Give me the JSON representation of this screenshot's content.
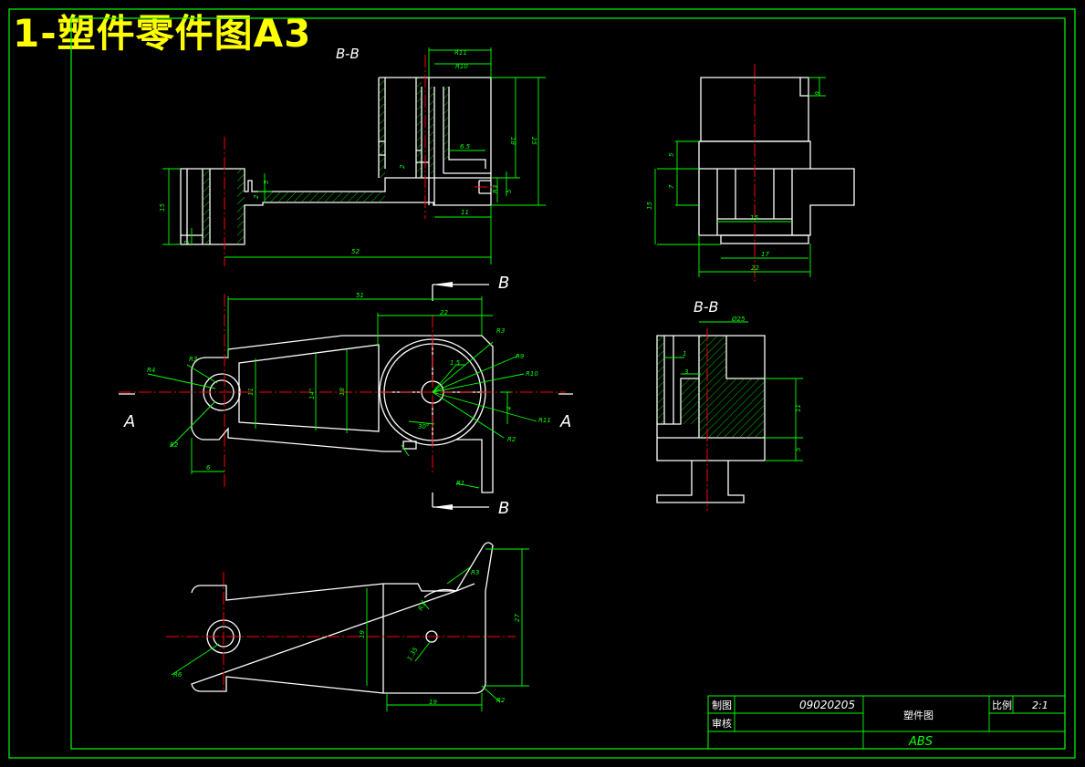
{
  "sheet_title": "1-塑件零件图A3",
  "section_labels": {
    "bb_top": "B-B",
    "bb_side": "B-B",
    "b_upper": "B",
    "b_lower": "B",
    "a_left": "A",
    "a_right": "A"
  },
  "dimensions": {
    "top_view": [
      "R11",
      "R10",
      "6.5",
      "18",
      "25",
      "2",
      "2",
      "5",
      "3",
      "15",
      "5",
      "11",
      "15",
      "2",
      "52",
      "R3"
    ],
    "plan_view": [
      "51",
      "22",
      "R3",
      "R9",
      "R10",
      "1.5",
      "R4",
      "R3",
      "R2",
      "R2",
      "R1",
      "R11",
      "30°",
      "11",
      "14°",
      "18",
      "4",
      "6"
    ],
    "bottom_view": [
      "R3",
      "R3",
      "19",
      "R2",
      "27",
      "19",
      "R6",
      "R2",
      "1.35"
    ],
    "right_top_view": [
      "6",
      "5",
      "7",
      "15",
      "15",
      "17",
      "22"
    ],
    "section_view": [
      "Ø25",
      "1",
      "3",
      "11",
      "5"
    ]
  },
  "title_block": {
    "drawn_label": "制图",
    "checked_label": "审核",
    "code": "09020205",
    "drawing_name": "塑件图",
    "scale_label": "比例",
    "scale_value": "2:1",
    "material": "ABS"
  }
}
